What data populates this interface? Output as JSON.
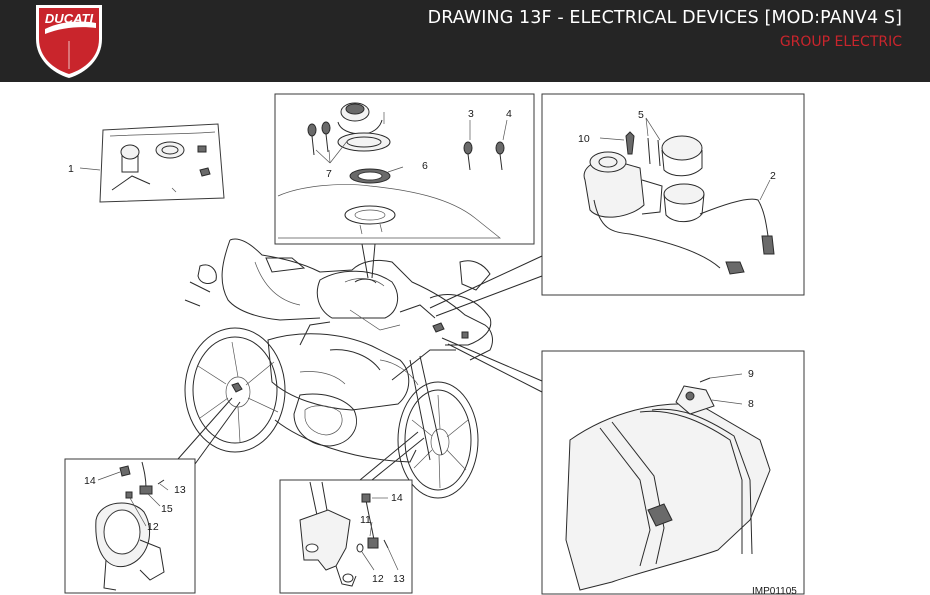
{
  "header": {
    "brand": "DUCATI",
    "title": "DRAWING 13F - ELECTRICAL DEVICES [MOD:PANV4 S]",
    "subtitle": "GROUP ELECTRIC",
    "subtitle_color": "#c9252c",
    "bar_color": "#252525"
  },
  "drawing": {
    "image_code": "IMP01105",
    "callouts": {
      "c1": "1",
      "c2": "2",
      "c3": "3",
      "c4": "4",
      "c5": "5",
      "c6": "6",
      "c7": "7",
      "c8": "8",
      "c9": "9",
      "c10": "10",
      "c11": "11",
      "c12a": "12",
      "c12b": "12",
      "c13a": "13",
      "c13b": "13",
      "c14a": "14",
      "c14b": "14",
      "c15": "15"
    }
  }
}
